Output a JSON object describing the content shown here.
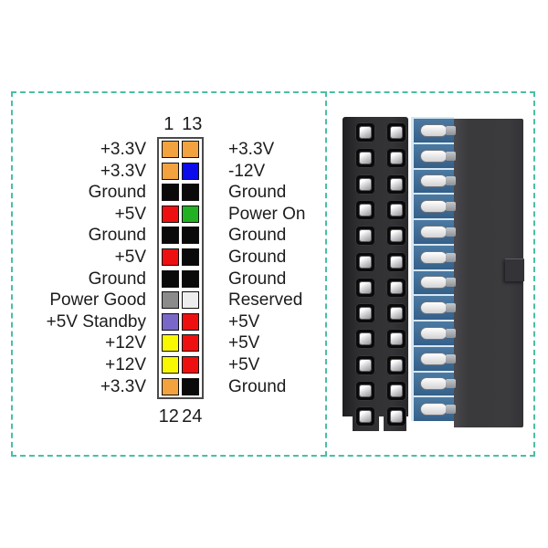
{
  "accent": {
    "dashed_border": "#49BFA4",
    "text": "#1C1C1C",
    "grid_border": "#4A4A4A"
  },
  "pinout": {
    "top_numbers": [
      "1",
      "13"
    ],
    "bottom_numbers": [
      "12",
      "24"
    ],
    "color_map": {
      "orange": "#F2A23E",
      "blue": "#0B0BEC",
      "black": "#0A0A0A",
      "red": "#EE1010",
      "green": "#21B123",
      "gray": "#8B8B8B",
      "purple": "#7A68C9",
      "yellow": "#F8F800",
      "white": "#EDEDED"
    },
    "rows": [
      {
        "left_label": "+3.3V",
        "left_color": "orange",
        "right_label": "+3.3V",
        "right_color": "orange"
      },
      {
        "left_label": "+3.3V",
        "left_color": "orange",
        "right_label": "-12V",
        "right_color": "blue"
      },
      {
        "left_label": "Ground",
        "left_color": "black",
        "right_label": "Ground",
        "right_color": "black"
      },
      {
        "left_label": "+5V",
        "left_color": "red",
        "right_label": "Power On",
        "right_color": "green"
      },
      {
        "left_label": "Ground",
        "left_color": "black",
        "right_label": "Ground",
        "right_color": "black"
      },
      {
        "left_label": "+5V",
        "left_color": "red",
        "right_label": "Ground",
        "right_color": "black"
      },
      {
        "left_label": "Ground",
        "left_color": "black",
        "right_label": "Ground",
        "right_color": "black"
      },
      {
        "left_label": "Power Good",
        "left_color": "gray",
        "right_label": "Reserved",
        "right_color": "white"
      },
      {
        "left_label": "+5V Standby",
        "left_color": "purple",
        "right_label": "+5V",
        "right_color": "red"
      },
      {
        "left_label": "+12V",
        "left_color": "yellow",
        "right_label": "+5V",
        "right_color": "red"
      },
      {
        "left_label": "+12V",
        "left_color": "yellow",
        "right_label": "+5V",
        "right_color": "red"
      },
      {
        "left_label": "+3.3V",
        "left_color": "orange",
        "right_label": "Ground",
        "right_color": "black"
      }
    ]
  },
  "connector_render": {
    "rows": 12,
    "columns": 2,
    "colors": {
      "front_body": "#2F2E31",
      "socket_hole": "#0A0A0B",
      "metal_contact": "#C9C9CC",
      "wire_side_blue": "#3E6C94",
      "pin_metal": "#F2F2F2",
      "rear_housing": "#3A393C"
    }
  }
}
